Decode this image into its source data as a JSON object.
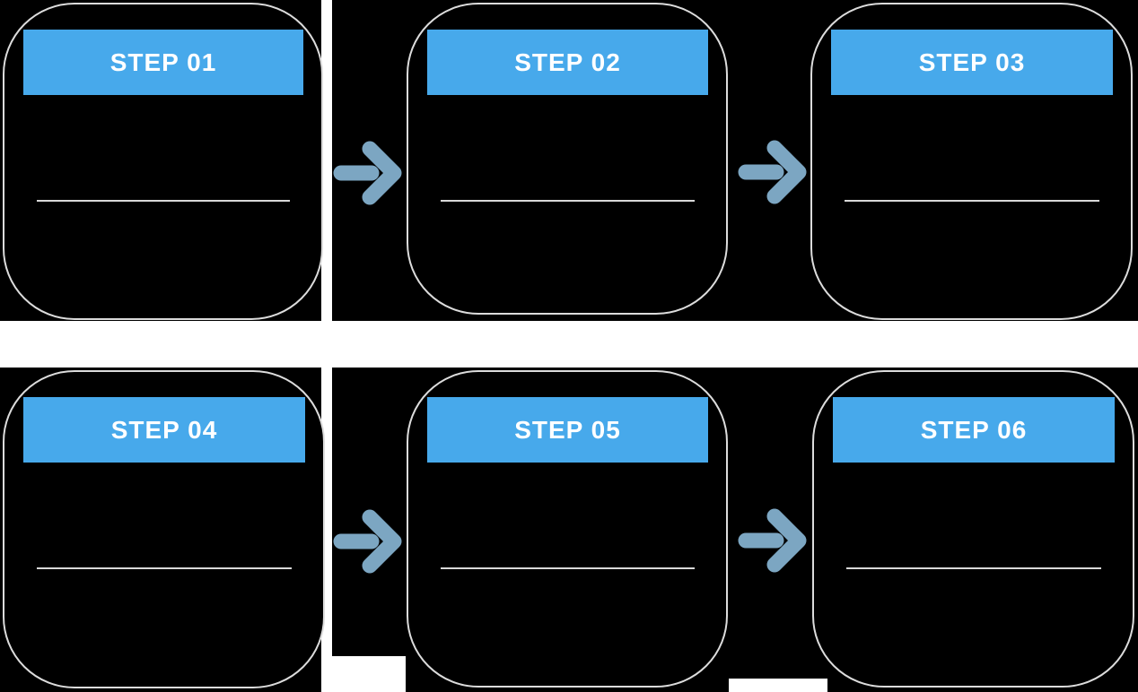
{
  "diagram": {
    "type": "process-flow",
    "rows": 2,
    "cols": 3,
    "flow_direction": "right",
    "arrow_count": 4,
    "steps": [
      {
        "label": "STEP 01"
      },
      {
        "label": "STEP 02"
      },
      {
        "label": "STEP 03"
      },
      {
        "label": "STEP 04"
      },
      {
        "label": "STEP 05"
      },
      {
        "label": "STEP 06"
      }
    ]
  },
  "colors": {
    "page_background": "#FFFFFF",
    "panel_background": "#000000",
    "card_fill": "#000000",
    "card_border": "#DCDCDC",
    "header_fill": "#47A9EB",
    "header_text": "#FFFFFF",
    "divider_line": "#D9D9D9",
    "arrow_fill": "#7CA6C2"
  }
}
